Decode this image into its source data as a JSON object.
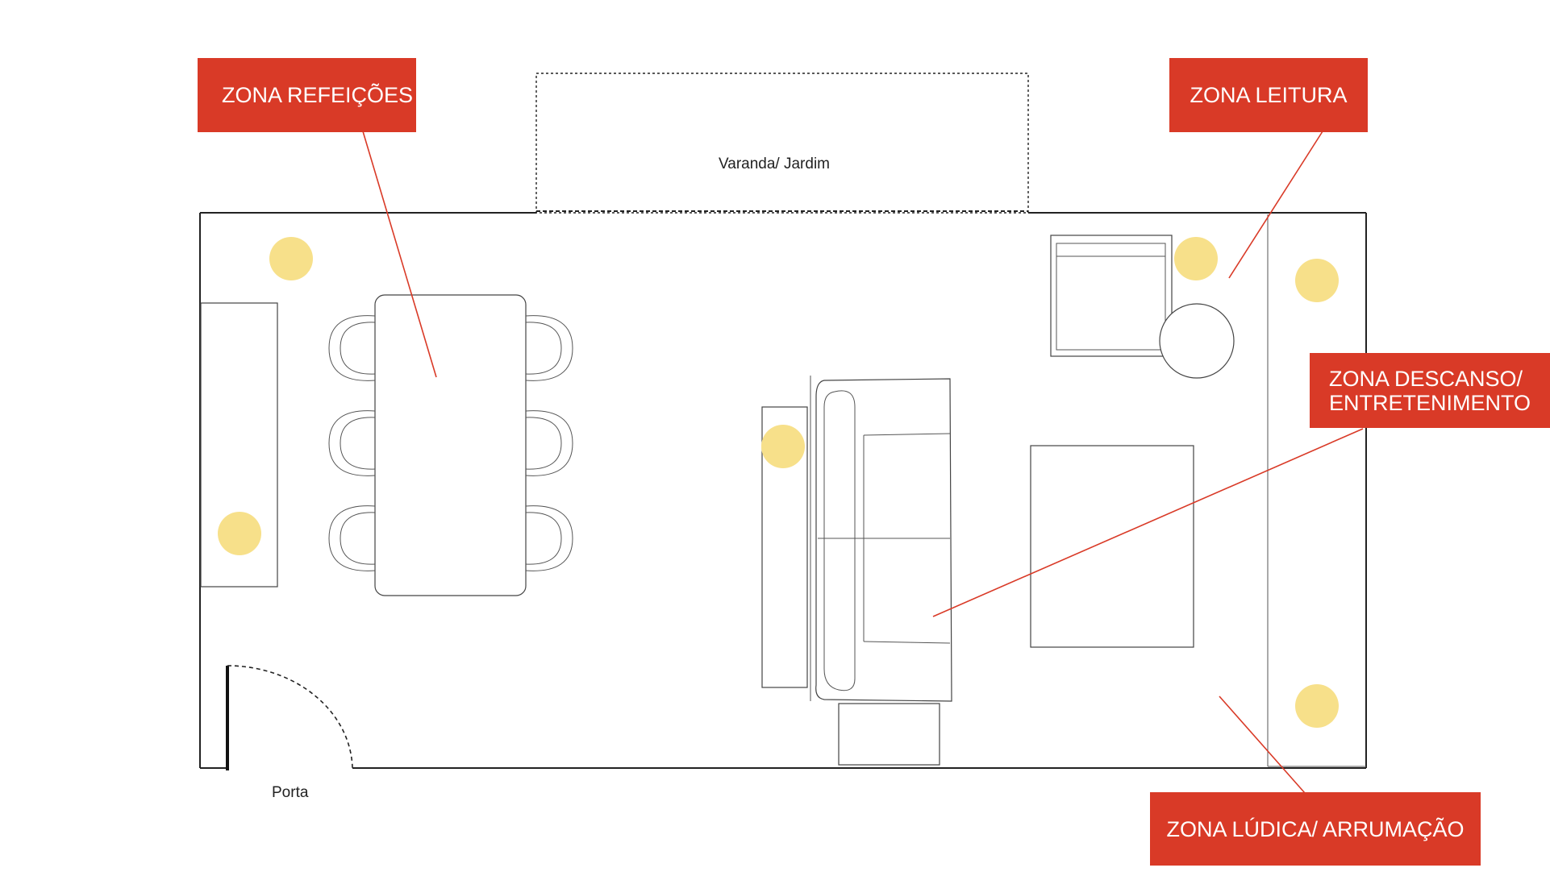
{
  "labels": {
    "refeicoes": "ZONA REFEIÇÕES",
    "leitura": "ZONA LEITURA",
    "descanso": "ZONA DESCANSO/\nENTRETENIMENTO",
    "ludica": "ZONA LÚDICA/ ARRUMAÇÃO"
  },
  "places": {
    "varanda": "Varanda/ Jardim",
    "porta": "Porta"
  },
  "colors": {
    "label_bg": "#d93a27",
    "leader": "#d93a27",
    "light": "#f7e08a",
    "wall": "#111111"
  }
}
